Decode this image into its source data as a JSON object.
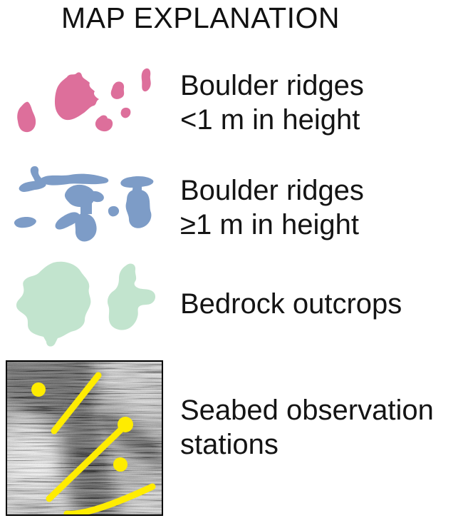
{
  "title": "MAP EXPLANATION",
  "colors": {
    "pink": "#dd6f9b",
    "blue": "#7d9cc7",
    "green": "#c2e4ce",
    "yellow": "#ffec00",
    "text": "#111111"
  },
  "legend": {
    "items": [
      {
        "id": "boulder-ridges-small",
        "swatch_icon": "pink-polygon-patches-icon",
        "line1": "Boulder ridges",
        "line2": "<1 m in height",
        "color": "#dd6f9b"
      },
      {
        "id": "boulder-ridges-large",
        "swatch_icon": "blue-polygon-patches-icon",
        "line1": "Boulder ridges",
        "line2": "≥1 m in height",
        "color": "#7d9cc7"
      },
      {
        "id": "bedrock-outcrops",
        "swatch_icon": "green-polygon-patches-icon",
        "line1": "Bedrock outcrops",
        "color": "#c2e4ce"
      },
      {
        "id": "seabed-observation-stations",
        "swatch_icon": "sonar-image-with-yellow-stations-icon",
        "line1": "Seabed observation",
        "line2": "stations",
        "color": "#ffec00"
      }
    ]
  }
}
